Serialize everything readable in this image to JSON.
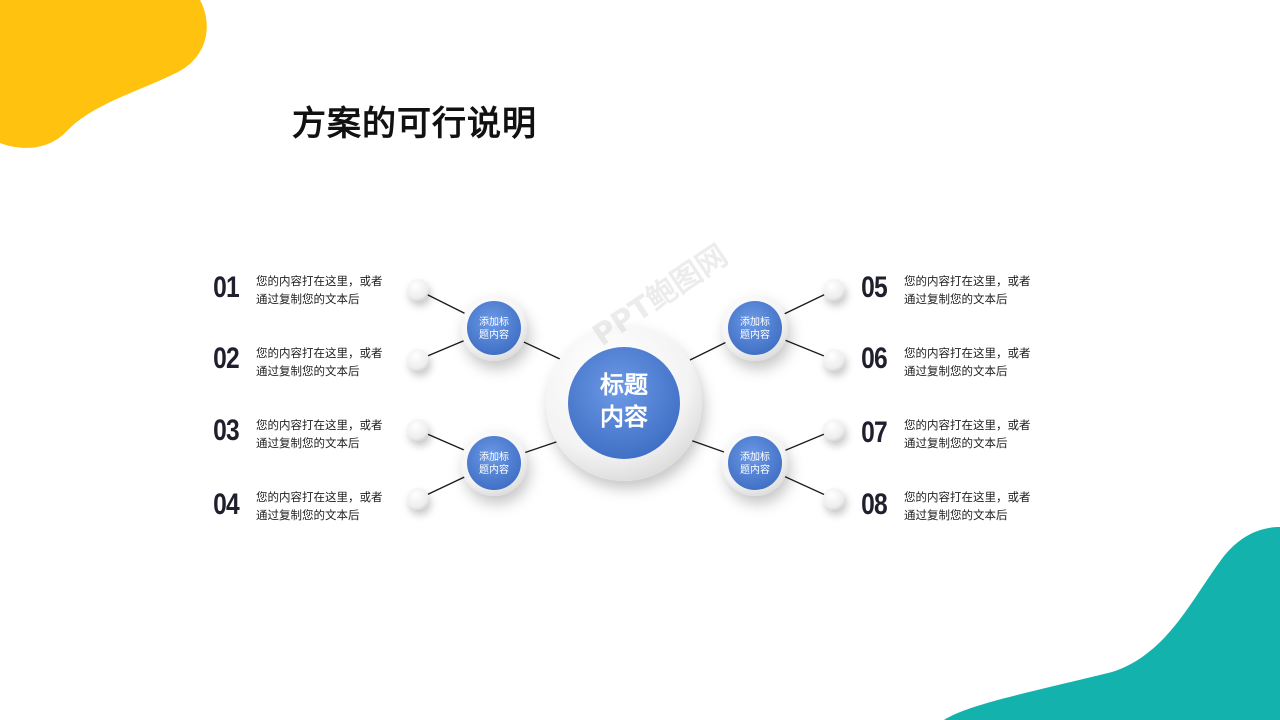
{
  "slide": {
    "title": "方案的可行说明",
    "center": {
      "line1": "标题",
      "line2": "内容"
    },
    "sub_nodes": [
      {
        "line1": "添加标",
        "line2": "题内容"
      },
      {
        "line1": "添加标",
        "line2": "题内容"
      },
      {
        "line1": "添加标",
        "line2": "题内容"
      },
      {
        "line1": "添加标",
        "line2": "题内容"
      }
    ],
    "items": [
      {
        "num": "01",
        "line1": "您的内容打在这里，或者",
        "line2": "通过复制您的文本后"
      },
      {
        "num": "02",
        "line1": "您的内容打在这里，或者",
        "line2": "通过复制您的文本后"
      },
      {
        "num": "03",
        "line1": "您的内容打在这里，或者",
        "line2": "通过复制您的文本后"
      },
      {
        "num": "04",
        "line1": "您的内容打在这里，或者",
        "line2": "通过复制您的文本后"
      },
      {
        "num": "05",
        "line1": "您的内容打在这里，或者",
        "line2": "通过复制您的文本后"
      },
      {
        "num": "06",
        "line1": "您的内容打在这里，或者",
        "line2": "通过复制您的文本后"
      },
      {
        "num": "07",
        "line1": "您的内容打在这里，或者",
        "line2": "通过复制您的文本后"
      },
      {
        "num": "08",
        "line1": "您的内容打在这里，或者",
        "line2": "通过复制您的文本后"
      }
    ],
    "watermark": "PPT鲍图网"
  },
  "colors": {
    "yellow_blob": "#FFC20E",
    "teal_blob": "#14B2AC",
    "node_blue": "#4F7FD2",
    "text_dark": "#1f1f2e"
  }
}
